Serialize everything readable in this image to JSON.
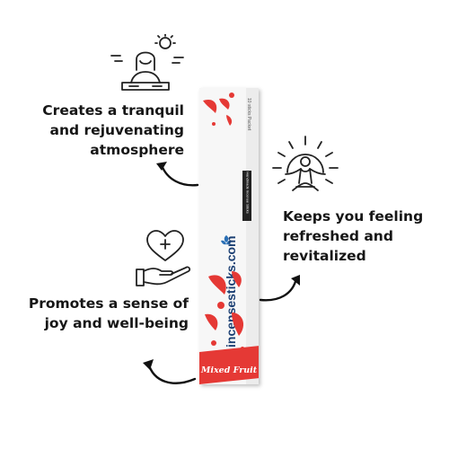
{
  "benefits": [
    {
      "icon": "meditating-person-icon",
      "text_line1": "Creates a tranquil",
      "text_line2": "and rejuvenating",
      "text_line3": "atmosphere"
    },
    {
      "icon": "radiant-person-icon",
      "text_line1": "Keeps you feeling",
      "text_line2": "refreshed and",
      "text_line3": "revitalized"
    },
    {
      "icon": "heart-in-hand-icon",
      "text_line1": "Promotes a sense of",
      "text_line2": "joy and well-being"
    }
  ],
  "package": {
    "brand_name": "incensesticks.com",
    "packet_label": "10 sticks Packet",
    "tag_text": "Handmade Incense Sticks",
    "variant": "Mixed Fruit",
    "colors": {
      "box": "#f7f7f7",
      "accent": "#e53935",
      "brand": "#1b3f73"
    }
  }
}
